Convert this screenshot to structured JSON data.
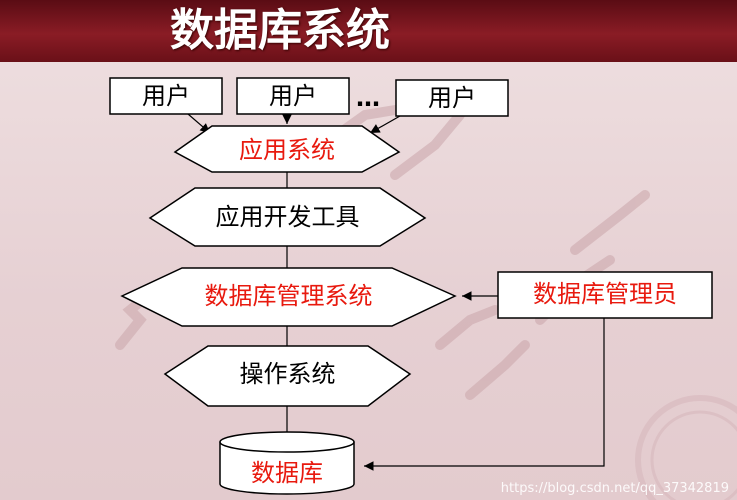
{
  "title": "数据库系统",
  "nodes": {
    "user_1": "用户",
    "user_2": "用户",
    "ellipsis": "…",
    "user_3": "用户",
    "app_system": "应用系统",
    "dev_tools": "应用开发工具",
    "dbms": "数据库管理系统",
    "dba": "数据库管理员",
    "os": "操作系统",
    "database": "数据库"
  },
  "footer": "https://blog.csdn.net/qq_37342819",
  "colors": {
    "title_bar": "#7a1820",
    "highlight_text": "#e8190e",
    "normal_text": "#000000",
    "box_fill": "#ffffff"
  }
}
